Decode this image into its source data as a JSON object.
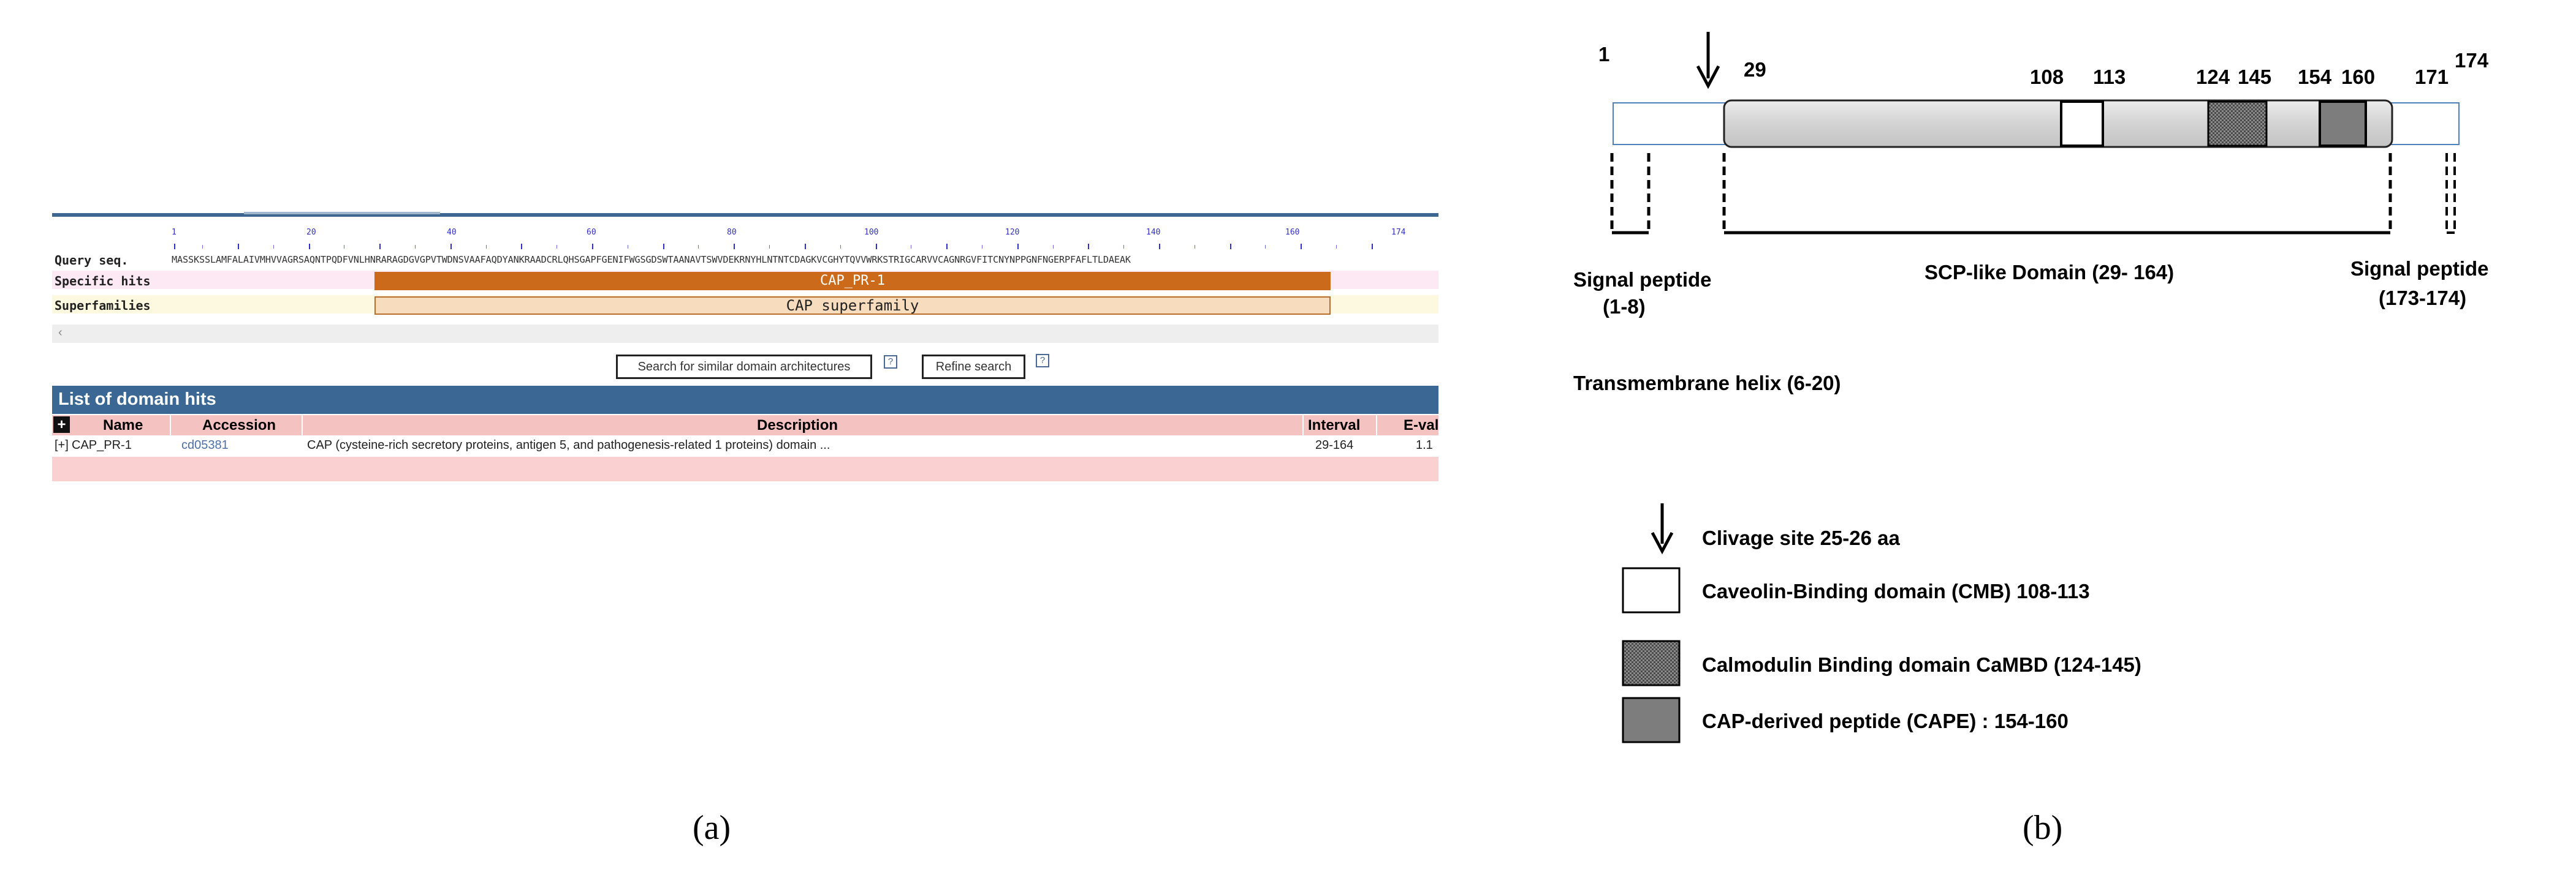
{
  "panel_a": {
    "ruler_numbers": [
      "1",
      "20",
      "40",
      "60",
      "80",
      "100",
      "120",
      "140",
      "160",
      "174"
    ],
    "query_label": "Query seq.",
    "query_sequence": "MASSKSSLAMFALAIVMHVVAGRSAQNTPQDFVNLHNRARAGDGVGPVTWDNSVAAFAQDYANKRAADCRLQHSGAPFGENIFWGSGDSWTAANAVTSWVDEKRNYHLNTNTCDAGKVCGHYTQVVWRKSTRIGCARVVCAGNRGVFITCNYNPPGNFNGERPFAFLTLDAEAK",
    "specific_hits_label": "Specific hits",
    "superfamilies_label": "Superfamilies",
    "specific_hit_name": "CAP_PR-1",
    "superfamily_name": "CAP superfamily",
    "scroll_arrow": "‹",
    "search_similar_button": "Search for similar domain architectures",
    "refine_search_button": "Refine search",
    "help_glyph": "?",
    "list_title": "List of domain hits",
    "expand_glyph": "+",
    "columns": [
      "Name",
      "Accession",
      "Description",
      "Interval",
      "E-val"
    ],
    "row": {
      "expand": "[+]",
      "name": "CAP_PR-1",
      "accession": "cd05381",
      "description": "CAP (cysteine-rich secretory proteins, antigen 5, and pathogenesis-related 1 proteins) domain ...",
      "interval": "29-164",
      "evalue": "1.1"
    },
    "caption": "(a)"
  },
  "panel_b": {
    "positions": {
      "p1": "1",
      "p29": "29",
      "p108": "108",
      "p113": "113",
      "p124": "124",
      "p145": "145",
      "p154": "154",
      "p160": "160",
      "p171": "171",
      "p174": "174"
    },
    "signal_peptide_left": [
      "Signal peptide",
      "(1-8)"
    ],
    "scp_domain": "SCP-like Domain (29- 164)",
    "signal_peptide_right": [
      "Signal peptide",
      "(173-174)"
    ],
    "transmembrane": "Transmembrane helix (6-20)",
    "legend": {
      "cleavage": "Clivage site 25-26 aa",
      "cmb": "Caveolin-Binding domain (CMB) 108-113",
      "cambd": "Calmodulin Binding domain CaMBD (124-145)",
      "cape": "CAP-derived peptide (CAPE) : 154-160"
    },
    "colors": {
      "cmb": "#ffffff",
      "cambd": "#6e6e6e",
      "cape": "#7d7d7d",
      "domain_bar": "#d8d8d8",
      "protein_outline": "#4f81bd"
    },
    "caption": "(b)"
  }
}
